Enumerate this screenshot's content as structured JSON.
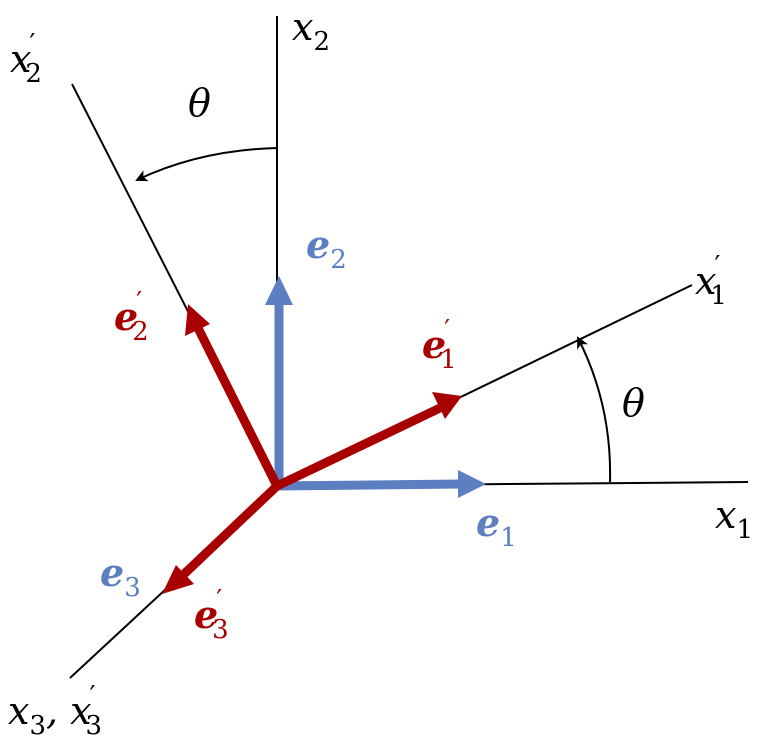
{
  "colors": {
    "axis": "#000000",
    "original_basis": "#5b7fc0",
    "rotated_basis": "#a80000"
  },
  "labels": {
    "x1": {
      "base": "x",
      "sub": "1",
      "prime": ""
    },
    "x2": {
      "base": "x",
      "sub": "2",
      "prime": ""
    },
    "x1_prime": {
      "base": "x",
      "sub": "1",
      "prime": "′"
    },
    "x2_prime": {
      "base": "x",
      "sub": "2",
      "prime": "′"
    },
    "x3_pair": {
      "base": "x",
      "sub": "3",
      "sep": ", ",
      "base2": "x",
      "sub2": "3",
      "prime2": "′"
    },
    "theta_top": "θ",
    "theta_right": "θ",
    "e1": {
      "base": "e",
      "sub": "1",
      "prime": ""
    },
    "e2": {
      "base": "e",
      "sub": "2",
      "prime": ""
    },
    "e3": {
      "base": "e",
      "sub": "3",
      "prime": ""
    },
    "e1_prime": {
      "base": "e",
      "sub": "1",
      "prime": "′"
    },
    "e2_prime": {
      "base": "e",
      "sub": "2",
      "prime": "′"
    },
    "e3_prime": {
      "base": "e",
      "sub": "3",
      "prime": "′"
    }
  }
}
